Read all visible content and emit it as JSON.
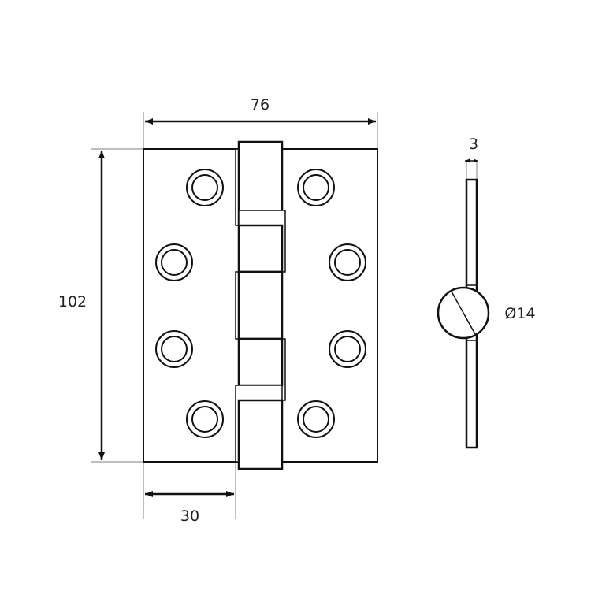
{
  "dimensions": {
    "width": "76",
    "height": "102",
    "leaf_width": "30",
    "thickness": "3",
    "knuckle_diameter": "Ø14"
  },
  "colors": {
    "line": "#111111",
    "extension": "#aaaaaa"
  }
}
